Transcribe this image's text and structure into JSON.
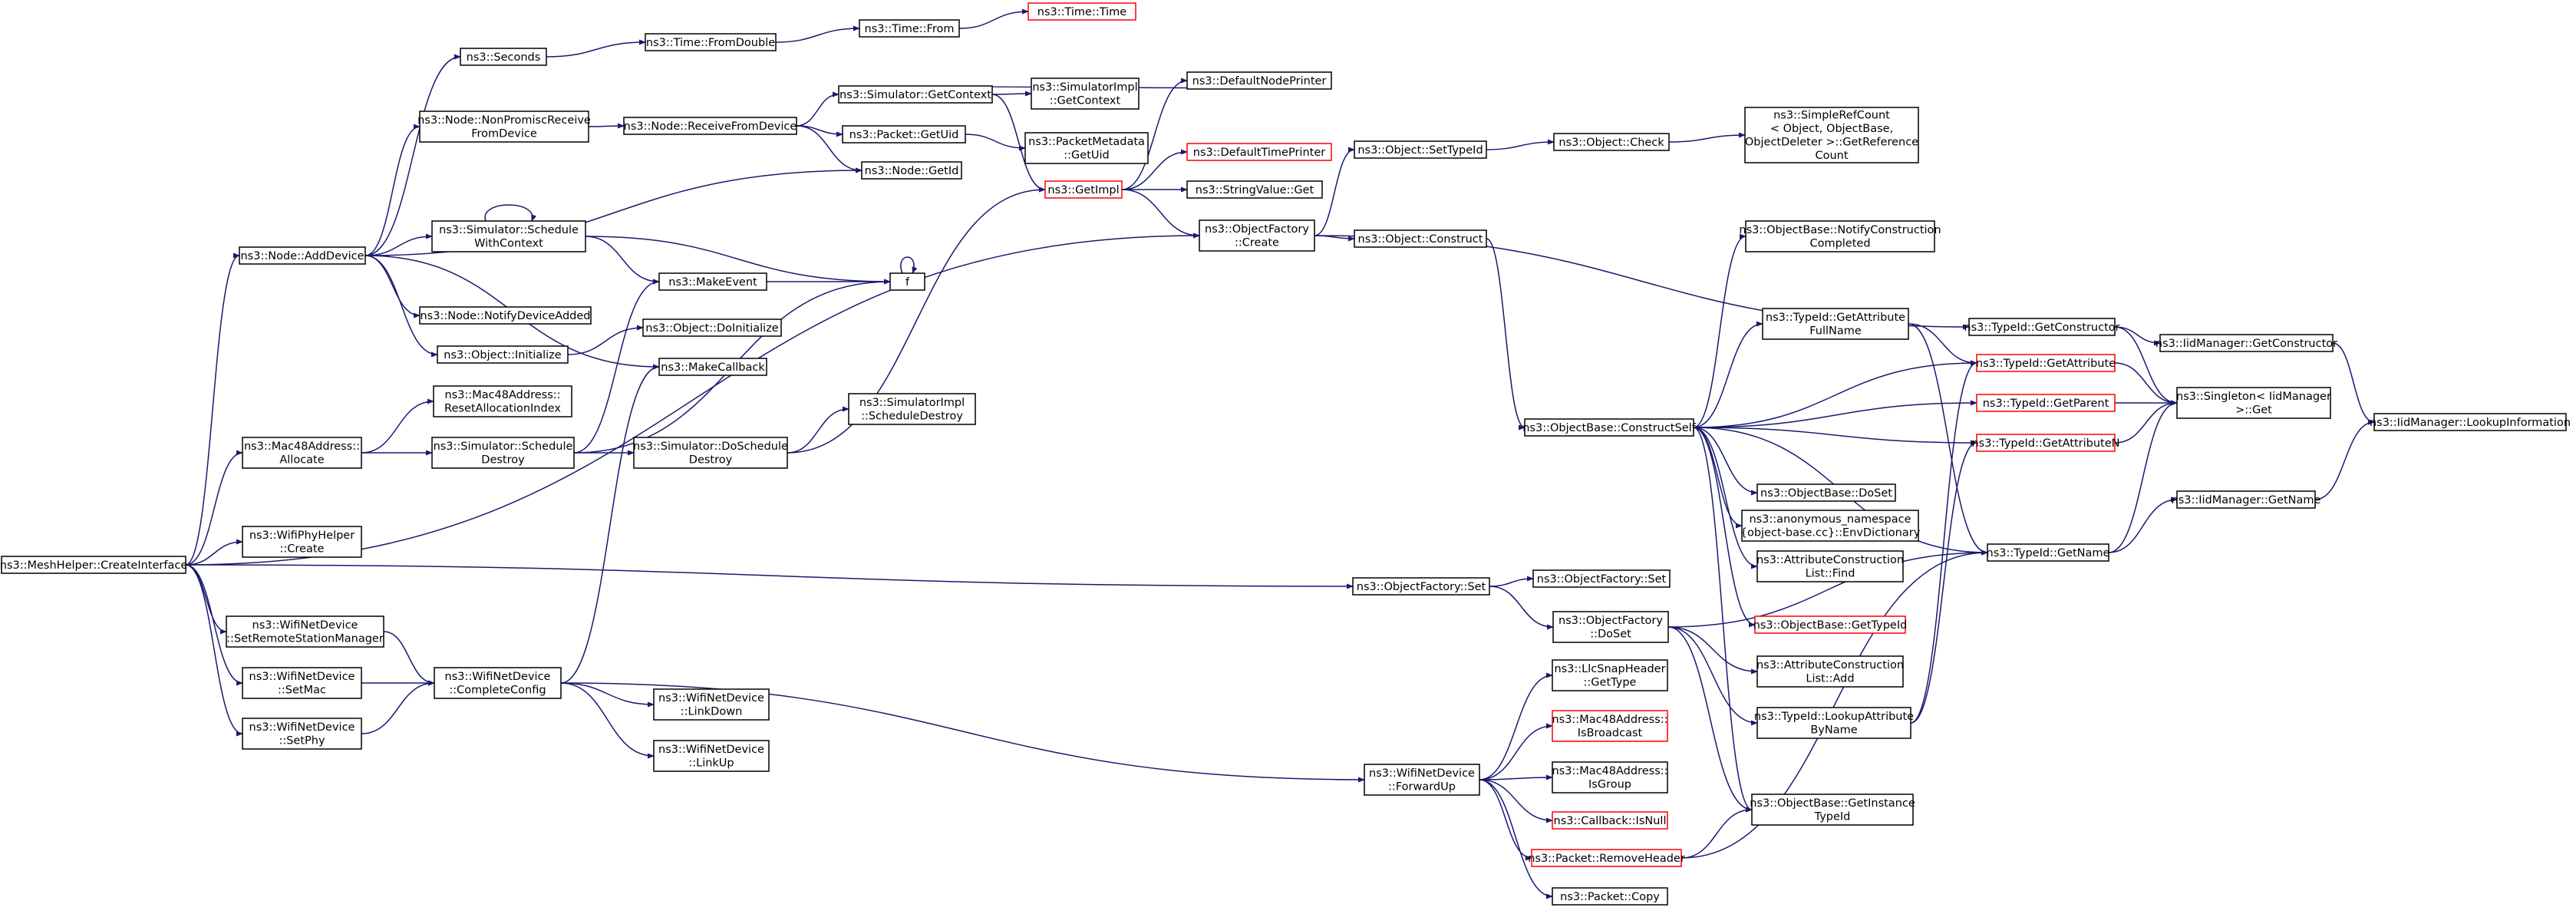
{
  "colors": {
    "edge": "#191970",
    "node_border": "#000000",
    "node_truncated_border": "#ff0000",
    "root_fill": "#bfbfbf",
    "node_fill": "#ffffff"
  },
  "nodes": [
    {
      "id": "root",
      "lines": [
        "ns3::MeshHelper::CreateInterface"
      ],
      "root": true
    },
    {
      "id": "n_addDevice",
      "lines": [
        "ns3::Node::AddDevice"
      ]
    },
    {
      "id": "n_seconds",
      "lines": [
        "ns3::Seconds"
      ]
    },
    {
      "id": "n_fromDouble",
      "lines": [
        "ns3::Time::FromDouble"
      ]
    },
    {
      "id": "n_timeFrom",
      "lines": [
        "ns3::Time::From"
      ]
    },
    {
      "id": "n_timeTime",
      "lines": [
        "ns3::Time::Time"
      ],
      "truncated": true
    },
    {
      "id": "n_nonPromisc",
      "lines": [
        "ns3::Node::NonPromiscReceive",
        "FromDevice"
      ]
    },
    {
      "id": "n_receiveFromDevice",
      "lines": [
        "ns3::Node::ReceiveFromDevice"
      ]
    },
    {
      "id": "n_simGetContext",
      "lines": [
        "ns3::Simulator::GetContext"
      ]
    },
    {
      "id": "n_simImplGetContext",
      "lines": [
        "ns3::SimulatorImpl",
        "::GetContext"
      ]
    },
    {
      "id": "n_packetGetUid",
      "lines": [
        "ns3::Packet::GetUid"
      ]
    },
    {
      "id": "n_pktMetaGetUid",
      "lines": [
        "ns3::PacketMetadata",
        "::GetUid"
      ]
    },
    {
      "id": "n_nodeGetId",
      "lines": [
        "ns3::Node::GetId"
      ]
    },
    {
      "id": "n_defaultNodePrinter",
      "lines": [
        "ns3::DefaultNodePrinter"
      ]
    },
    {
      "id": "n_defaultTimePrinter",
      "lines": [
        "ns3::DefaultTimePrinter"
      ],
      "truncated": true
    },
    {
      "id": "n_getImpl",
      "lines": [
        "ns3::GetImpl"
      ],
      "truncated": true
    },
    {
      "id": "n_stringValueGet",
      "lines": [
        "ns3::StringValue::Get"
      ]
    },
    {
      "id": "n_objFactoryCreate",
      "lines": [
        "ns3::ObjectFactory",
        "::Create"
      ]
    },
    {
      "id": "n_schedWithContext",
      "lines": [
        "ns3::Simulator::Schedule",
        "WithContext"
      ]
    },
    {
      "id": "n_makeEvent",
      "lines": [
        "ns3::MakeEvent"
      ]
    },
    {
      "id": "n_f",
      "lines": [
        "f"
      ]
    },
    {
      "id": "n_notifyDeviceAdded",
      "lines": [
        "ns3::Node::NotifyDeviceAdded"
      ]
    },
    {
      "id": "n_objInitialize",
      "lines": [
        "ns3::Object::Initialize"
      ]
    },
    {
      "id": "n_objDoInitialize",
      "lines": [
        "ns3::Object::DoInitialize"
      ]
    },
    {
      "id": "n_makeCallback",
      "lines": [
        "ns3::MakeCallback"
      ]
    },
    {
      "id": "n_resetAlloc",
      "lines": [
        "ns3::Mac48Address::",
        "ResetAllocationIndex"
      ]
    },
    {
      "id": "n_macAllocate",
      "lines": [
        "ns3::Mac48Address::",
        "Allocate"
      ]
    },
    {
      "id": "n_schedDestroy",
      "lines": [
        "ns3::Simulator::Schedule",
        "Destroy"
      ]
    },
    {
      "id": "n_doScheduleDestroy",
      "lines": [
        "ns3::Simulator::DoSchedule",
        "Destroy"
      ]
    },
    {
      "id": "n_simImplSchedDestroy",
      "lines": [
        "ns3::SimulatorImpl",
        "::ScheduleDestroy"
      ]
    },
    {
      "id": "n_wifiPhyHelperCreate",
      "lines": [
        "ns3::WifiPhyHelper",
        "::Create"
      ]
    },
    {
      "id": "n_setRemoteStation",
      "lines": [
        "ns3::WifiNetDevice",
        "::SetRemoteStationManager"
      ]
    },
    {
      "id": "n_setMac",
      "lines": [
        "ns3::WifiNetDevice",
        "::SetMac"
      ]
    },
    {
      "id": "n_setPhy",
      "lines": [
        "ns3::WifiNetDevice",
        "::SetPhy"
      ]
    },
    {
      "id": "n_completeConfig",
      "lines": [
        "ns3::WifiNetDevice",
        "::CompleteConfig"
      ]
    },
    {
      "id": "n_linkDown",
      "lines": [
        "ns3::WifiNetDevice",
        "::LinkDown"
      ]
    },
    {
      "id": "n_linkUp",
      "lines": [
        "ns3::WifiNetDevice",
        "::LinkUp"
      ]
    },
    {
      "id": "n_objSetTypeId",
      "lines": [
        "ns3::Object::SetTypeId"
      ]
    },
    {
      "id": "n_objCheck",
      "lines": [
        "ns3::Object::Check"
      ]
    },
    {
      "id": "n_getRefCount",
      "lines": [
        "ns3::SimpleRefCount",
        "< Object, ObjectBase,",
        "ObjectDeleter >::GetReference",
        "Count"
      ]
    },
    {
      "id": "n_objConstruct",
      "lines": [
        "ns3::Object::Construct"
      ]
    },
    {
      "id": "n_notifyConstruction",
      "lines": [
        "ns3::ObjectBase::NotifyConstruction",
        "Completed"
      ]
    },
    {
      "id": "n_getAttrFullName",
      "lines": [
        "ns3::TypeId::GetAttribute",
        "FullName"
      ]
    },
    {
      "id": "n_constructSelf",
      "lines": [
        "ns3::ObjectBase::ConstructSelf"
      ]
    },
    {
      "id": "n_doSet",
      "lines": [
        "ns3::ObjectBase::DoSet"
      ]
    },
    {
      "id": "n_envDictionary",
      "lines": [
        "ns3::anonymous_namespace",
        "{object-base.cc}::EnvDictionary"
      ]
    },
    {
      "id": "n_attrConstrFind",
      "lines": [
        "ns3::AttributeConstruction",
        "List::Find"
      ]
    },
    {
      "id": "n_objFactorySet",
      "lines": [
        "ns3::ObjectFactory::Set"
      ]
    },
    {
      "id": "n_objFactorySet2",
      "lines": [
        "ns3::ObjectFactory::Set"
      ]
    },
    {
      "id": "n_objFactoryDoSet",
      "lines": [
        "ns3::ObjectFactory",
        "::DoSet"
      ]
    },
    {
      "id": "n_objBaseGetTypeId",
      "lines": [
        "ns3::ObjectBase::GetTypeId"
      ],
      "truncated": true
    },
    {
      "id": "n_attrConstrAdd",
      "lines": [
        "ns3::AttributeConstruction",
        "List::Add"
      ]
    },
    {
      "id": "n_lookupAttrByName",
      "lines": [
        "ns3::TypeId::LookupAttribute",
        "ByName"
      ]
    },
    {
      "id": "n_forwardUp",
      "lines": [
        "ns3::WifiNetDevice",
        "::ForwardUp"
      ]
    },
    {
      "id": "n_llcGetType",
      "lines": [
        "ns3::LlcSnapHeader",
        "::GetType"
      ]
    },
    {
      "id": "n_isBroadcast",
      "lines": [
        "ns3::Mac48Address::",
        "IsBroadcast"
      ],
      "truncated": true
    },
    {
      "id": "n_isGroup",
      "lines": [
        "ns3::Mac48Address::",
        "IsGroup"
      ]
    },
    {
      "id": "n_callbackIsNull",
      "lines": [
        "ns3::Callback::IsNull"
      ],
      "truncated": true
    },
    {
      "id": "n_removeHeader",
      "lines": [
        "ns3::Packet::RemoveHeader"
      ],
      "truncated": true
    },
    {
      "id": "n_packetCopy",
      "lines": [
        "ns3::Packet::Copy"
      ]
    },
    {
      "id": "n_getInstanceTypeId",
      "lines": [
        "ns3::ObjectBase::GetInstance",
        "TypeId"
      ]
    },
    {
      "id": "n_getConstructor",
      "lines": [
        "ns3::TypeId::GetConstructor"
      ]
    },
    {
      "id": "n_iidGetConstructor",
      "lines": [
        "ns3::IidManager::GetConstructor"
      ]
    },
    {
      "id": "n_getAttribute",
      "lines": [
        "ns3::TypeId::GetAttribute"
      ],
      "truncated": true
    },
    {
      "id": "n_getParent",
      "lines": [
        "ns3::TypeId::GetParent"
      ],
      "truncated": true
    },
    {
      "id": "n_getAttributeN",
      "lines": [
        "ns3::TypeId::GetAttributeN"
      ],
      "truncated": true
    },
    {
      "id": "n_singletonGet",
      "lines": [
        "ns3::Singleton< IidManager",
        ">::Get"
      ]
    },
    {
      "id": "n_iidLookupInfo",
      "lines": [
        "ns3::IidManager::LookupInformation"
      ]
    },
    {
      "id": "n_iidGetName",
      "lines": [
        "ns3::IidManager::GetName"
      ]
    },
    {
      "id": "n_typeIdGetName",
      "lines": [
        "ns3::TypeId::GetName"
      ]
    }
  ]
}
